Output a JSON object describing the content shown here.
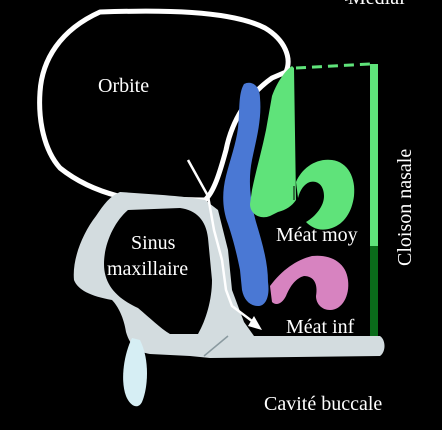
{
  "labels": {
    "top_right": "Medial",
    "orbite": "Orbite",
    "sinus_line1": "Sinus",
    "sinus_line2": "maxillaire",
    "meat_moy": "Méat moy",
    "meat_inf": "Méat inf",
    "cloison": "Cloison nasale",
    "cavite": "Cavité buccale"
  },
  "colors": {
    "background": "#000000",
    "bone": "#d3dcdf",
    "orbit_outline": "#ffffff",
    "turbinate_middle": "#5fe37a",
    "turbinate_inferior": "#d783c0",
    "ethmoid_blue": "#4a78d4",
    "septum_upper": "#5fe37a",
    "septum_lower": "#0a6b1a",
    "tooth": "#d6eef4"
  }
}
